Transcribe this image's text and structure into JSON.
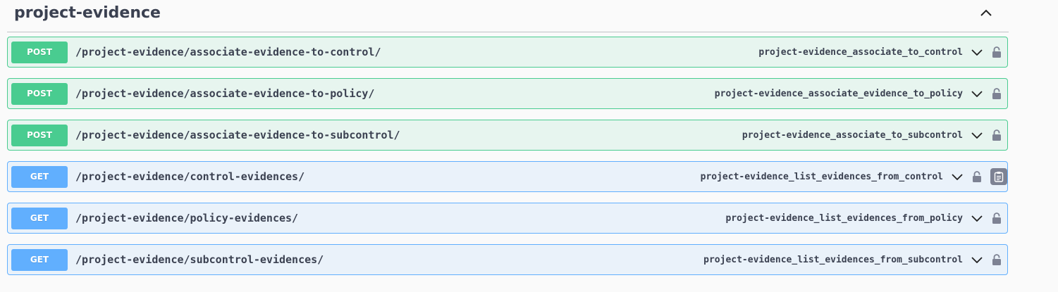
{
  "section": {
    "title": "project-evidence",
    "collapse_icon": "chevron-up-icon"
  },
  "colors": {
    "post": "#49cc90",
    "get": "#61affe",
    "text": "#3b4151",
    "lock": "#7d8293"
  },
  "operations": [
    {
      "method": "POST",
      "path": "/project-evidence/associate-evidence-to-control/",
      "operation_id": "project-evidence_associate_to_control"
    },
    {
      "method": "POST",
      "path": "/project-evidence/associate-evidence-to-policy/",
      "operation_id": "project-evidence_associate_evidence_to_policy"
    },
    {
      "method": "POST",
      "path": "/project-evidence/associate-evidence-to-subcontrol/",
      "operation_id": "project-evidence_associate_to_subcontrol"
    },
    {
      "method": "GET",
      "path": "/project-evidence/control-evidences/",
      "operation_id": "project-evidence_list_evidences_from_control",
      "shows_copy_button": true
    },
    {
      "method": "GET",
      "path": "/project-evidence/policy-evidences/",
      "operation_id": "project-evidence_list_evidences_from_policy"
    },
    {
      "method": "GET",
      "path": "/project-evidence/subcontrol-evidences/",
      "operation_id": "project-evidence_list_evidences_from_subcontrol"
    }
  ]
}
